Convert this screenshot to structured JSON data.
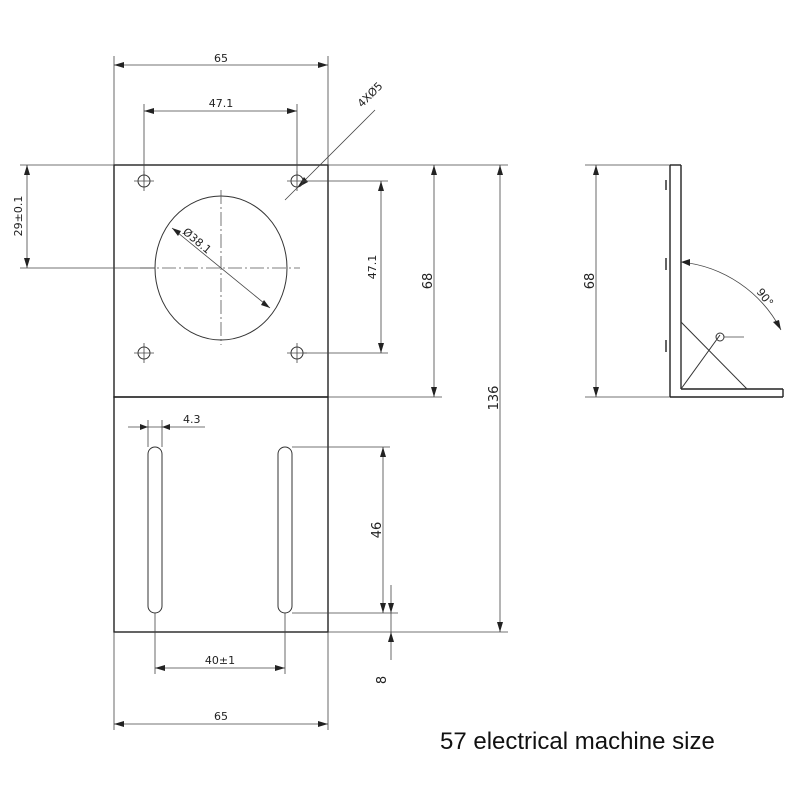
{
  "caption": "57 electrical machine size",
  "dimensions": {
    "top_width": "65",
    "hole_spacing_h": "47.1",
    "hole_spec": "4XØ5",
    "offset_vertical": "29±0.1",
    "bore_diameter": "Ø38.1",
    "hole_spacing_v": "47.1",
    "plate_height": "68",
    "total_height": "136",
    "slot_width": "4.3",
    "slot_length": "46",
    "slot_spacing": "40±1",
    "slot_bottom_offset": "8",
    "bottom_width": "65",
    "side_height": "68",
    "bend_angle": "90°"
  }
}
